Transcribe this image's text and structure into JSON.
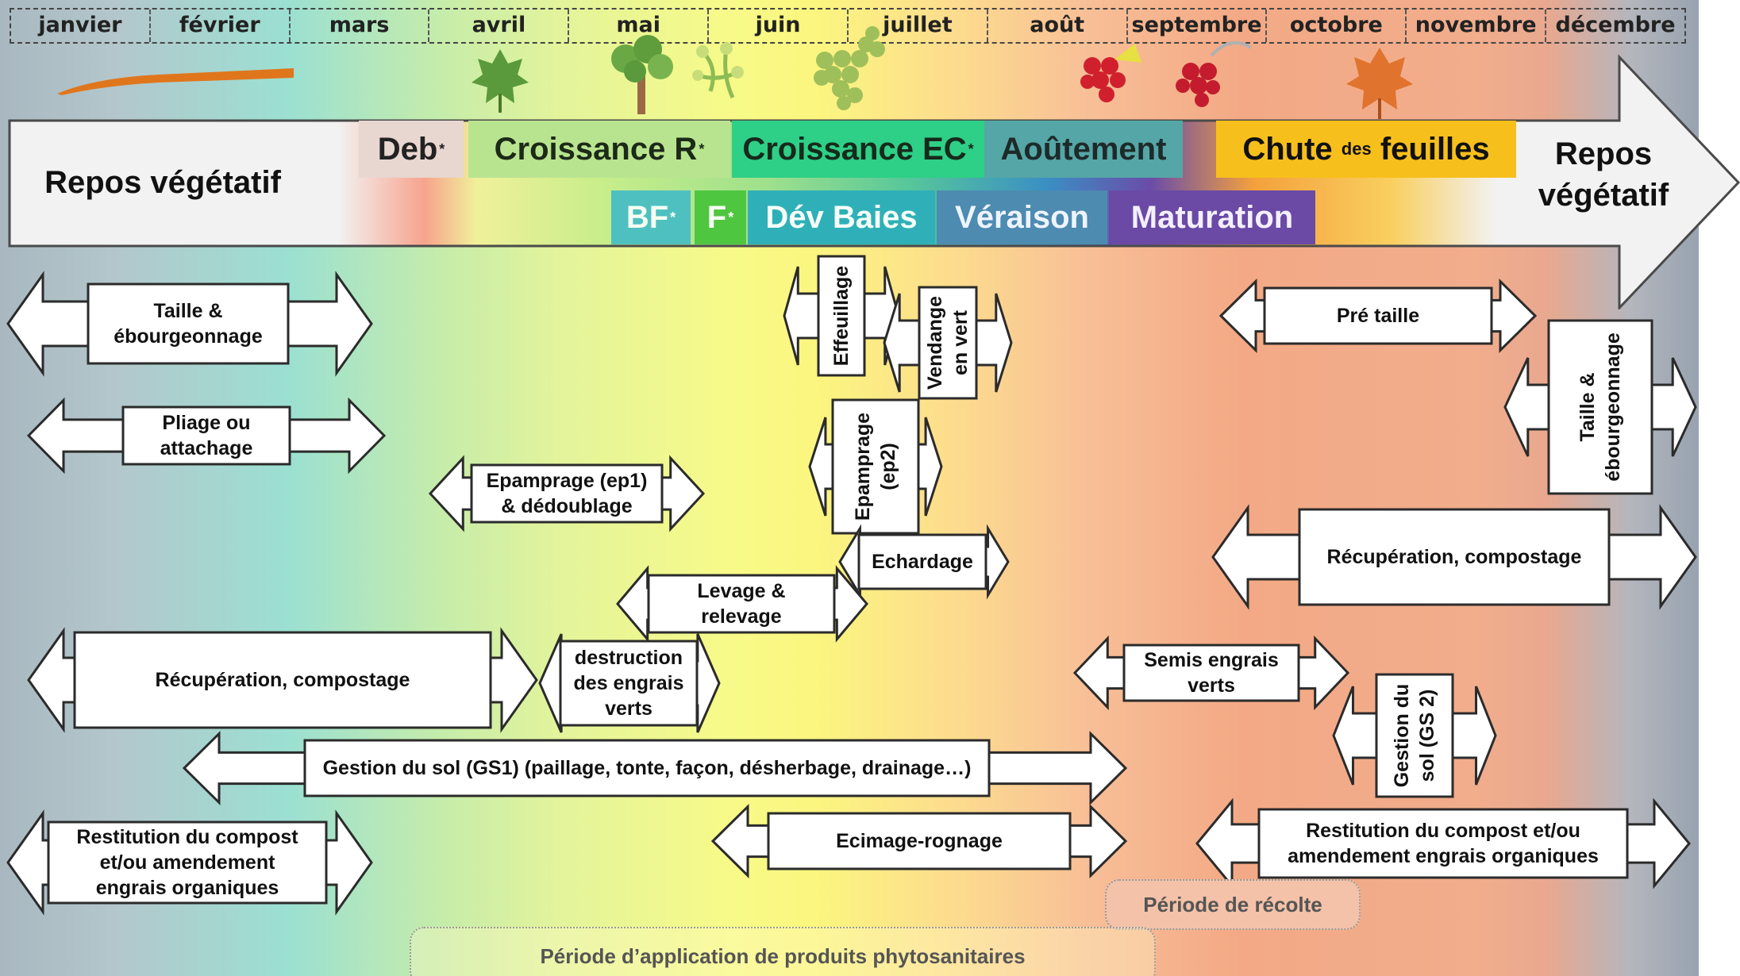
{
  "months": [
    "janvier",
    "février",
    "mars",
    "avril",
    "mai",
    "juin",
    "juillet",
    "août",
    "septembre",
    "octobre",
    "novembre",
    "décembre"
  ],
  "phases": {
    "repos_start": "Repos végétatif",
    "deb": "Deb",
    "star": "*",
    "croissance_r": "Croissance R",
    "croissance_ec": "Croissance EC",
    "aoutement": "Aoûtement",
    "chute": "Chute",
    "des": "des",
    "feuilles": "feuilles",
    "repos_end": "Repos végétatif",
    "bf": "BF",
    "f": "F",
    "dev_baies": "Dév Baies",
    "veraison": "Véraison",
    "maturation": "Maturation"
  },
  "operations": [
    {
      "name": "taille-ebourgeonnage-1",
      "lines": [
        "Taille &",
        "ébourgeonnage"
      ]
    },
    {
      "name": "pliage-attachage",
      "lines": [
        "Pliage ou",
        "attachage"
      ]
    },
    {
      "name": "epamprage-ep1",
      "lines": [
        "Epamprage (ep1)",
        "& dédoublage"
      ]
    },
    {
      "name": "effeuillage",
      "lines": [
        "Effeuillage"
      ]
    },
    {
      "name": "vendange-en-vert",
      "lines": [
        "Vendange",
        "en vert"
      ]
    },
    {
      "name": "epamprage-ep2",
      "lines": [
        "Epamprage",
        "(ep2)"
      ]
    },
    {
      "name": "echardage",
      "lines": [
        "Echardage"
      ]
    },
    {
      "name": "levage-relevage",
      "lines": [
        "Levage &",
        "relevage"
      ]
    },
    {
      "name": "recuperation-compostage-1",
      "lines": [
        "Récupération, compostage"
      ]
    },
    {
      "name": "destruction-engrais-verts",
      "lines": [
        "destruction",
        "des engrais",
        "verts"
      ]
    },
    {
      "name": "gestion-sol-gs1",
      "lines": [
        "Gestion du sol (GS1) (paillage, tonte, façon, désherbage, drainage…)"
      ]
    },
    {
      "name": "restitution-compost-1",
      "lines": [
        "Restitution du compost",
        "et/ou amendement",
        "engrais organiques"
      ]
    },
    {
      "name": "ecimage-rognage",
      "lines": [
        "Ecimage-rognage"
      ]
    },
    {
      "name": "pre-taille",
      "lines": [
        "Pré taille"
      ]
    },
    {
      "name": "taille-ebourgeonnage-2",
      "lines": [
        "Taille &",
        "ébourgeonnage"
      ]
    },
    {
      "name": "recuperation-compostage-2",
      "lines": [
        "Récupération, compostage"
      ]
    },
    {
      "name": "semis-engrais-verts",
      "lines": [
        "Semis engrais",
        "verts"
      ]
    },
    {
      "name": "gestion-sol-gs2",
      "lines": [
        "Gestion du",
        "sol (GS 2)"
      ]
    },
    {
      "name": "restitution-compost-2",
      "lines": [
        "Restitution du compost et/ou",
        "amendement engrais organiques"
      ]
    }
  ],
  "periods": {
    "harvest": "Période de récolte",
    "phyto": "Période d’application de produits phytosanitaires"
  }
}
